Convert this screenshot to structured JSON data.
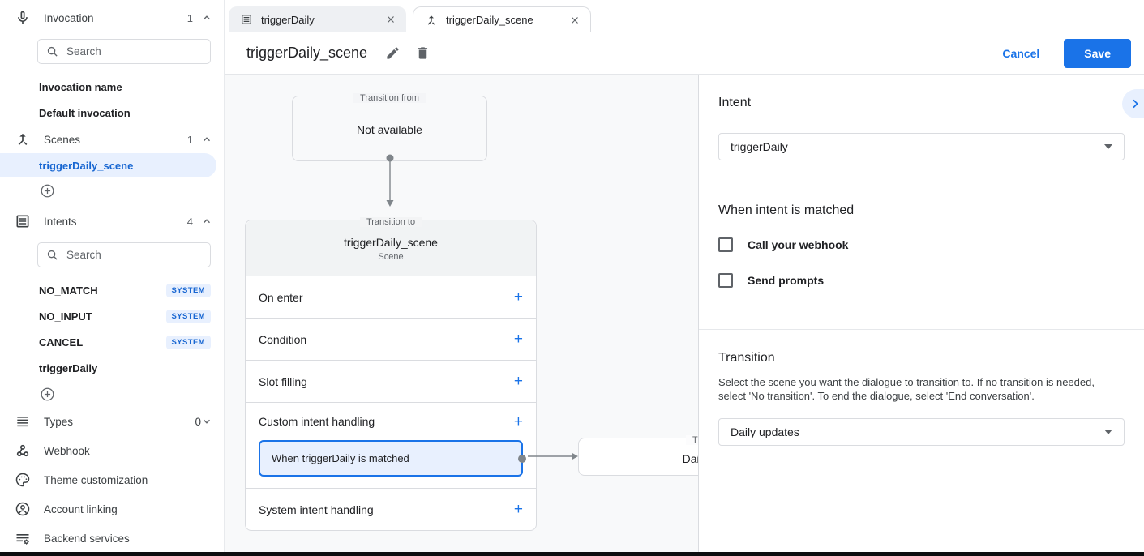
{
  "sidebar": {
    "invocation": {
      "label": "Invocation",
      "count": "1",
      "search_placeholder": "Search",
      "items": [
        {
          "label": "Invocation name"
        },
        {
          "label": "Default invocation"
        }
      ]
    },
    "scenes": {
      "label": "Scenes",
      "count": "1",
      "selected_item": "triggerDaily_scene"
    },
    "intents": {
      "label": "Intents",
      "count": "4",
      "search_placeholder": "Search",
      "items": [
        {
          "label": "NO_MATCH",
          "badge": "SYSTEM"
        },
        {
          "label": "NO_INPUT",
          "badge": "SYSTEM"
        },
        {
          "label": "CANCEL",
          "badge": "SYSTEM"
        },
        {
          "label": "triggerDaily",
          "badge": ""
        }
      ]
    },
    "types": {
      "label": "Types",
      "count": "0"
    },
    "nav": [
      {
        "label": "Webhook"
      },
      {
        "label": "Theme customization"
      },
      {
        "label": "Account linking"
      },
      {
        "label": "Backend services"
      }
    ]
  },
  "tabs": [
    {
      "label": "triggerDaily"
    },
    {
      "label": "triggerDaily_scene"
    }
  ],
  "toolbar": {
    "title": "triggerDaily_scene",
    "cancel_label": "Cancel",
    "save_label": "Save"
  },
  "canvas": {
    "from_box": {
      "legend": "Transition from",
      "text": "Not available"
    },
    "scene_card": {
      "legend": "Transition to",
      "title": "triggerDaily_scene",
      "subtitle": "Scene",
      "rows": [
        {
          "label": "On enter"
        },
        {
          "label": "Condition"
        },
        {
          "label": "Slot filling"
        },
        {
          "label": "Custom intent handling"
        },
        {
          "label": "System intent handling"
        }
      ],
      "highlight_item": "When triggerDaily is matched"
    },
    "next_box": {
      "legend": "Transition to",
      "text": "Daily updates"
    }
  },
  "panel": {
    "intent_heading": "Intent",
    "intent_value": "triggerDaily",
    "matched_heading": "When intent is matched",
    "checkboxes": [
      {
        "label": "Call your webhook"
      },
      {
        "label": "Send prompts"
      }
    ],
    "transition_heading": "Transition",
    "transition_description": "Select the scene you want the dialogue to transition to. If no transition is needed, select 'No transition'. To end the dialogue, select 'End conversation'.",
    "transition_value": "Daily updates"
  },
  "colors": {
    "accent": "#1a73e8",
    "badge_bg": "#e8f0fe",
    "canvas_bg": "#f8f9fa"
  }
}
